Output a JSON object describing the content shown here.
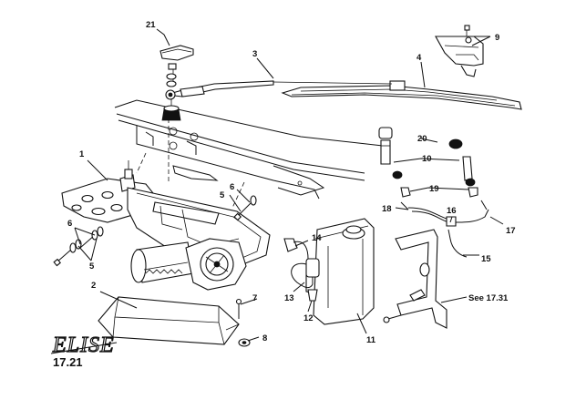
{
  "diagram": {
    "logo_text": "ELISE",
    "page_number": "17.21",
    "callouts": {
      "c1": "1",
      "c2": "2",
      "c3": "3",
      "c4": "4",
      "c5a": "5",
      "c5b": "5",
      "c6a": "6",
      "c6b": "6",
      "c7": "7",
      "c8": "8",
      "c9": "9",
      "c10": "10",
      "c11": "11",
      "c12": "12",
      "c13": "13",
      "c14": "14",
      "c15": "15",
      "c16": "16",
      "c17": "17",
      "c18": "18",
      "c19": "19",
      "c20": "20",
      "c21": "21",
      "see": "See 17.31"
    }
  }
}
